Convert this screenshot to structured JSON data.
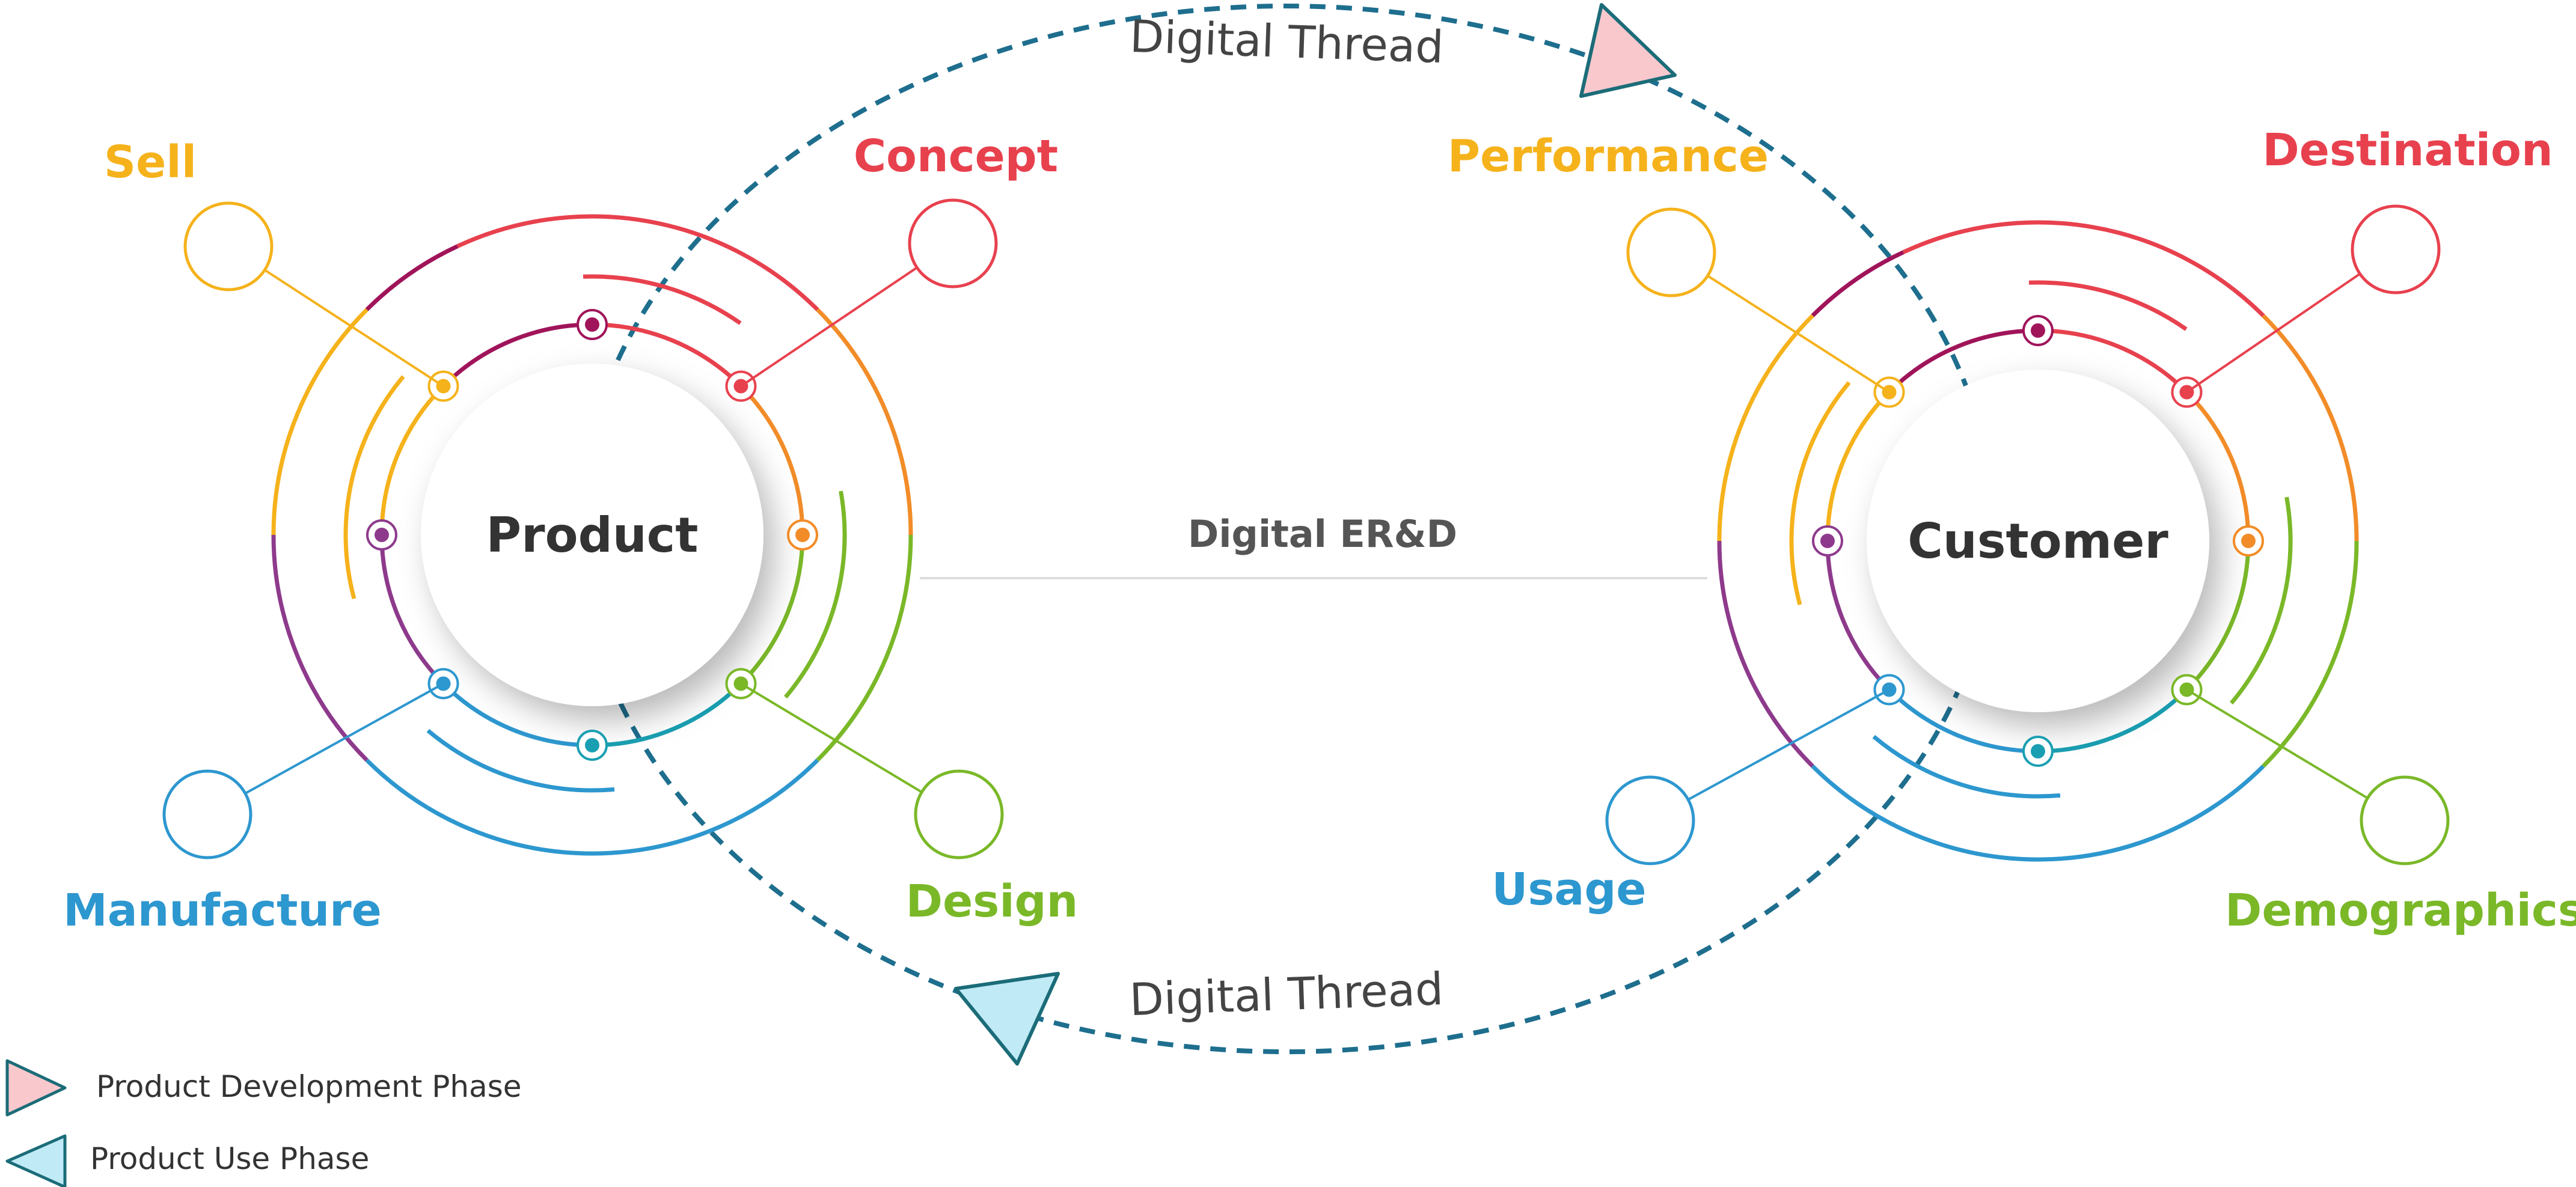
{
  "colors": {
    "yellow": "#f5b21b",
    "red": "#e8414e",
    "maroon": "#a0145a",
    "orange": "#f28c28",
    "green": "#7ab828",
    "teal": "#1a9fb2",
    "blue": "#2d97cf",
    "purple": "#8e3a8c",
    "dash": "#1e6e8e",
    "pink_fill": "#f8c8cd",
    "cyan_fill": "#bfeaf6",
    "triangle_stroke": "#1b6c78"
  },
  "thread_top": "Digital Thread",
  "thread_bottom": "Digital Thread",
  "center_link": "Digital ER&D",
  "left_hub": {
    "title": "Product",
    "nodes": [
      {
        "key": "sell",
        "label": "Sell",
        "color": "yellow",
        "icon": "circle"
      },
      {
        "key": "concept",
        "label": "Concept",
        "color": "red",
        "icon": "circle"
      },
      {
        "key": "manufacture",
        "label": "Manufacture",
        "color": "blue",
        "icon": "circle"
      },
      {
        "key": "design",
        "label": "Design",
        "color": "green",
        "icon": "circle"
      }
    ]
  },
  "right_hub": {
    "title": "Customer",
    "nodes": [
      {
        "key": "performance",
        "label": "Performance",
        "color": "yellow",
        "icon": "circle"
      },
      {
        "key": "destination",
        "label": "Destination",
        "color": "red",
        "icon": "circle"
      },
      {
        "key": "usage",
        "label": "Usage",
        "color": "blue",
        "icon": "circle"
      },
      {
        "key": "demographics",
        "label": "Demographics",
        "color": "green",
        "icon": "circle"
      }
    ]
  },
  "legend": [
    {
      "label": "Product Development Phase",
      "icon": "triangle-right-pink"
    },
    {
      "label": "Product Use Phase",
      "icon": "triangle-left-cyan"
    }
  ]
}
